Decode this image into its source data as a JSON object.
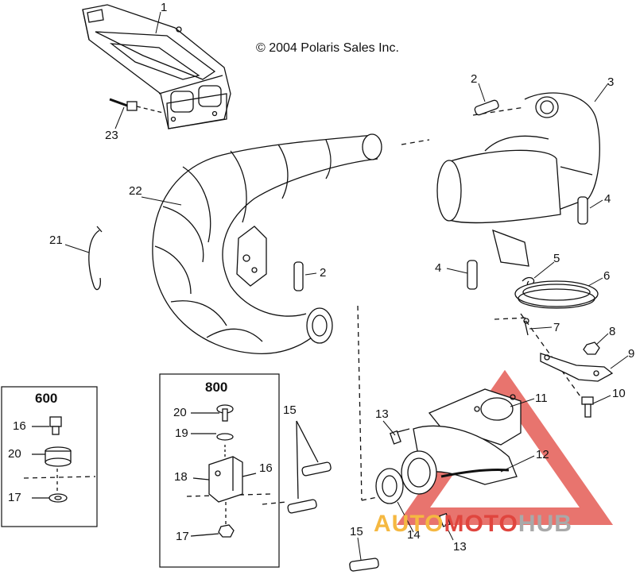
{
  "copyright": "© 2004 Polaris Sales Inc.",
  "boxes": {
    "box_600": {
      "title": "600"
    },
    "box_800": {
      "title": "800"
    }
  },
  "callouts": [
    "1",
    "2",
    "3",
    "23",
    "22",
    "4",
    "21",
    "2",
    "4",
    "5",
    "6",
    "7",
    "8",
    "9",
    "10",
    "11",
    "12",
    "13",
    "13",
    "14",
    "15",
    "15",
    "16",
    "20",
    "17",
    "20",
    "19",
    "18",
    "16",
    "17"
  ],
  "watermark": {
    "part1": "AUTO",
    "part2": "MOTO",
    "part3": "HUB"
  },
  "colors": {
    "line": "#111111",
    "watermark_triangle": "#e0453e",
    "watermark_yellow": "#f5b841",
    "watermark_gray": "#a9a9a9"
  }
}
